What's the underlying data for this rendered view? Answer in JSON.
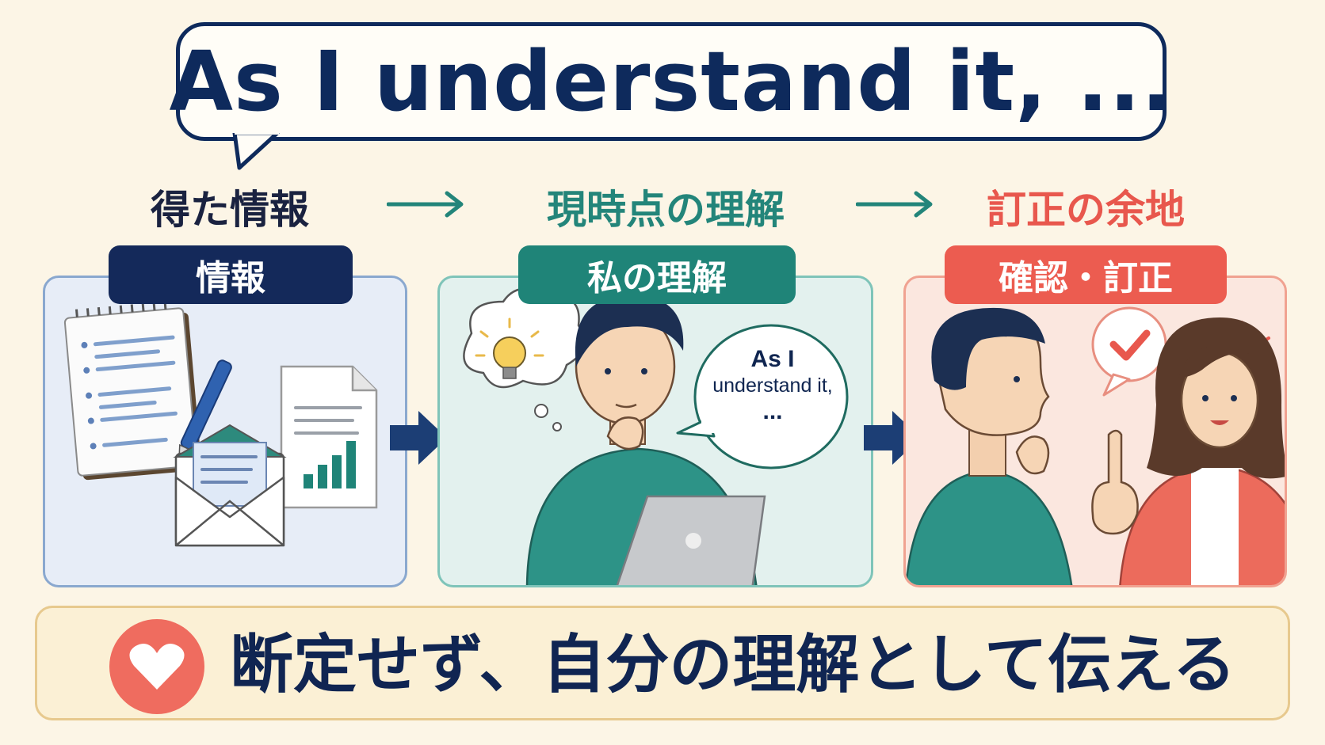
{
  "title": "As I understand it, ...",
  "steps": [
    {
      "label": "得た情報",
      "color": "#1a2240"
    },
    {
      "label": "現時点の理解",
      "color": "#23857a"
    },
    {
      "label": "訂正の余地",
      "color": "#e8574d"
    }
  ],
  "panels": [
    {
      "tag": "情報"
    },
    {
      "tag": "私の理解",
      "speech_line1": "As I",
      "speech_line2": "understand it,",
      "speech_line3": "..."
    },
    {
      "tag": "確認・訂正"
    }
  ],
  "banner": {
    "text": "断定せず、自分の理解として伝える"
  },
  "colors": {
    "navy": "#0e2a5c",
    "teal": "#23857a",
    "coral": "#e8574d",
    "background": "#fcf5e6"
  }
}
